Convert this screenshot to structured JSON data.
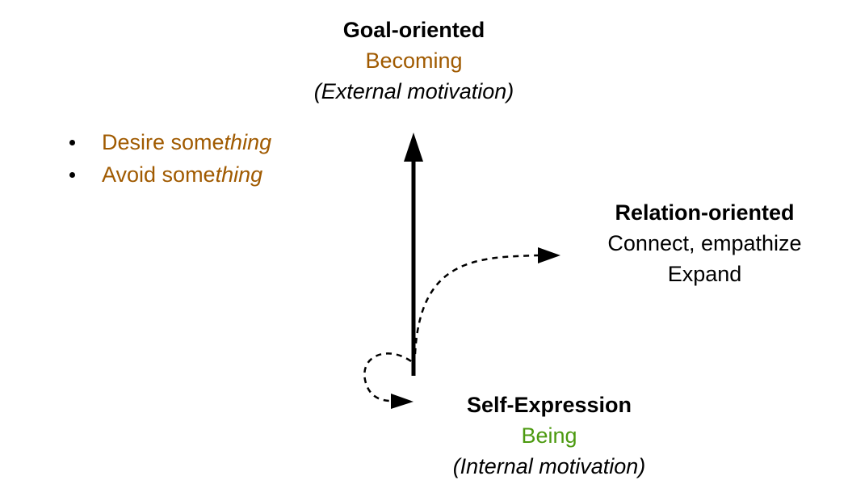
{
  "goal": {
    "title": "Goal-oriented",
    "subtitle": "Becoming",
    "note": "(External motivation)"
  },
  "bullets": [
    {
      "prefix": "Desire some",
      "suffix": "thing"
    },
    {
      "prefix": "Avoid some",
      "suffix": "thing"
    }
  ],
  "relation": {
    "title": "Relation-oriented",
    "line1": "Connect, empathize",
    "line2": "Expand"
  },
  "self": {
    "title": "Self-Expression",
    "subtitle": "Being",
    "note": "(Internal motivation)"
  },
  "colors": {
    "becoming": "#a05a00",
    "being": "#4c9a10",
    "text": "#000000"
  }
}
